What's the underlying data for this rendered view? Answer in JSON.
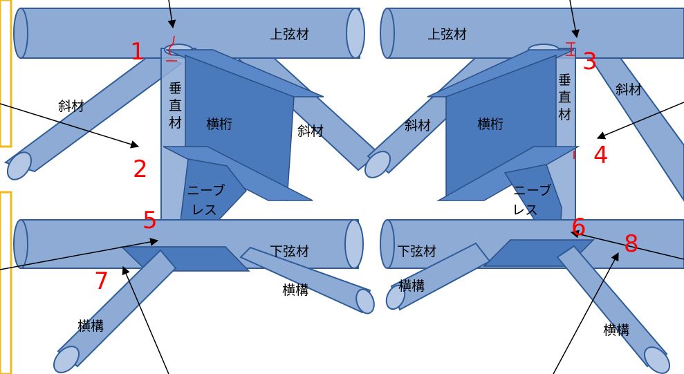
{
  "labels": {
    "top_chord_left": "上弦材",
    "top_chord_right": "上弦材",
    "diagonal_left_outer": "斜材",
    "diagonal_left_inner": "斜材",
    "diagonal_right_inner": "斜材",
    "diagonal_right_outer": "斜材",
    "vertical_left": [
      "垂",
      "直",
      "材"
    ],
    "vertical_right": [
      "垂",
      "直",
      "材"
    ],
    "floor_beam_left": "横桁",
    "floor_beam_right": "横桁",
    "knee_brace_left": [
      "ニーブ",
      "レス"
    ],
    "knee_brace_right": [
      "ニーブ",
      "レス"
    ],
    "bottom_chord_left": "下弦材",
    "bottom_chord_right": "下弦材",
    "lateral_left_a": "横構",
    "lateral_left_b": "横構",
    "lateral_right_a": "横構",
    "lateral_right_b": "横構"
  },
  "numbers": [
    "1",
    "2",
    "3",
    "4",
    "5",
    "6",
    "7",
    "8"
  ],
  "colors": {
    "tube_fill": "#8eabd5",
    "tube_stroke": "#2e5c99",
    "plate_fill": "#4a79bc",
    "marker_red": "#ff0000",
    "frame_yellow": "#f2b81c"
  }
}
